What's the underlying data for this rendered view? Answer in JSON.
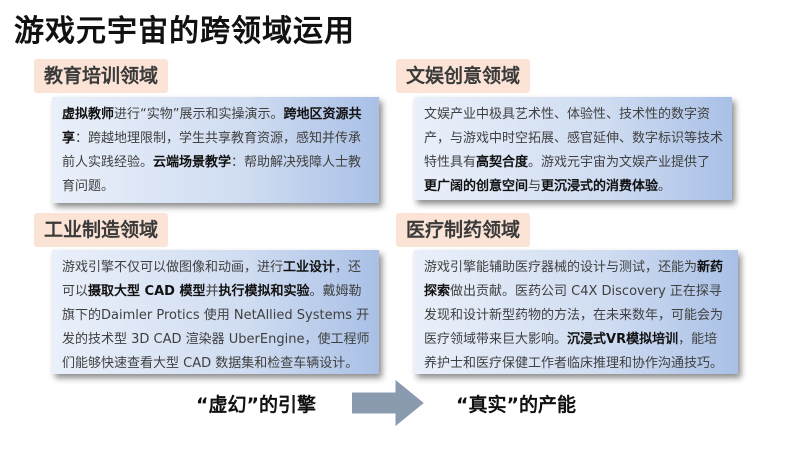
{
  "title": "游戏元宇宙的跨领域运用",
  "sections": {
    "edu": {
      "label": "教育培训领域",
      "parts": [
        {
          "t": "虚拟教师",
          "b": true
        },
        {
          "t": "进行“实物”展示和实操演示。",
          "b": false
        },
        {
          "t": "跨地区资源共享",
          "b": true
        },
        {
          "t": "：跨越地理限制，学生共享教育资源，感知并传承前人实践经验。",
          "b": false
        },
        {
          "t": "云端场景教学",
          "b": true
        },
        {
          "t": "：帮助解决残障人士教育问题。",
          "b": false
        }
      ]
    },
    "culture": {
      "label": "文娱创意领域",
      "parts": [
        {
          "t": "文娱产业中极具艺术性、体验性、技术性的数字资产，与游戏中时空拓展、感官延伸、数字标识等技术特性具有",
          "b": false
        },
        {
          "t": "高契合度",
          "b": true
        },
        {
          "t": "。游戏元宇宙为文娱产业提供了",
          "b": false
        },
        {
          "t": "更广阔的创意空间",
          "b": true
        },
        {
          "t": "与",
          "b": false
        },
        {
          "t": "更沉浸式的消费体验",
          "b": true
        },
        {
          "t": "。",
          "b": false
        }
      ]
    },
    "industry": {
      "label": "工业制造领域",
      "parts": [
        {
          "t": "游戏引擎不仅可以做图像和动画，进行",
          "b": false
        },
        {
          "t": "工业设计",
          "b": true
        },
        {
          "t": "，还可以",
          "b": false
        },
        {
          "t": "摄取大型 CAD 模型",
          "b": true
        },
        {
          "t": "并",
          "b": false
        },
        {
          "t": "执行模拟和实验",
          "b": true
        },
        {
          "t": "。戴姆勒旗下的Daimler Protics 使用 NetAllied Systems 开发的技术型 3D CAD 渲染器 UberEngine，使工程师们能够快速查看大型 CAD 数据集和检查车辆设计。",
          "b": false
        }
      ]
    },
    "medical": {
      "label": "医疗制药领域",
      "parts": [
        {
          "t": "游戏引擎能辅助医疗器械的设计与测试，还能为",
          "b": false
        },
        {
          "t": "新药探索",
          "b": true
        },
        {
          "t": "做出贡献。医药公司 C4X Discovery 正在探寻发现和设计新型药物的方法，在未来数年，可能会为医疗领域带来巨大影响。",
          "b": false
        },
        {
          "t": "沉浸式VR模拟培训",
          "b": true
        },
        {
          "t": "，能培养护士和医疗保健工作者临床推理和协作沟通技巧。",
          "b": false
        }
      ]
    }
  },
  "bottom": {
    "left": "“虚幻”的引擎",
    "right": "“真实”的产能"
  },
  "colors": {
    "label_bg": "#fbe3d6",
    "box_light": "#eaf0fa",
    "box_dark": "#a9c0e6",
    "arrow": "#8a9bb0"
  }
}
